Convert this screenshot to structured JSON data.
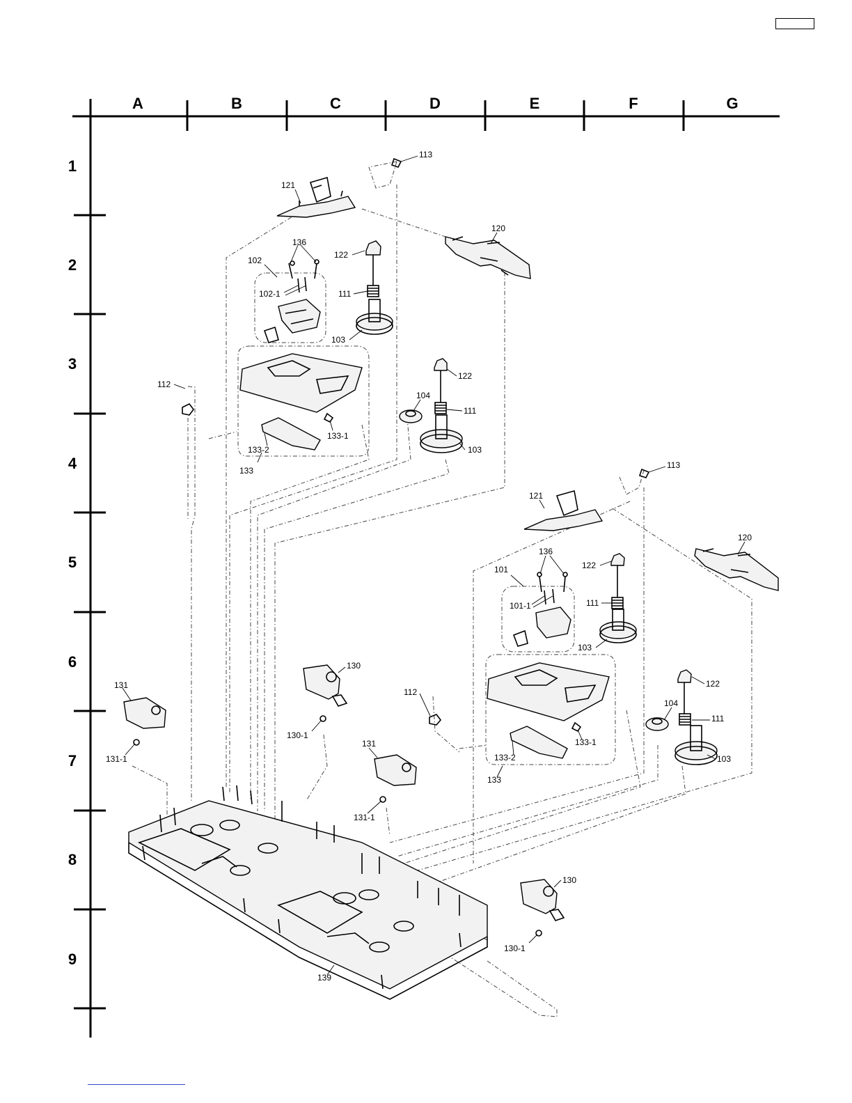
{
  "page_box": "",
  "grid": {
    "columns": [
      "A",
      "B",
      "C",
      "D",
      "E",
      "F",
      "G"
    ],
    "rows": [
      "1",
      "2",
      "3",
      "4",
      "5",
      "6",
      "7",
      "8",
      "9"
    ]
  },
  "callouts": {
    "c113a": "113",
    "c121a": "121",
    "c120a": "120",
    "c136a": "136",
    "c102": "102",
    "c122a": "122",
    "c1021": "102-1",
    "c111a": "111",
    "c103a": "103",
    "c112a": "112",
    "c122b": "122",
    "c104a": "104",
    "c111b": "111",
    "c1331a": "133-1",
    "c1332a": "133-2",
    "c103b": "103",
    "c133a": "133",
    "c113b": "113",
    "c121b": "121",
    "c120b": "120",
    "c136b": "136",
    "c101": "101",
    "c122c": "122",
    "c1011": "101-1",
    "c111c": "111",
    "c103c": "103",
    "c130a": "130",
    "c131a": "131",
    "c112b": "112",
    "c122d": "122",
    "c104b": "104",
    "c111d": "111",
    "c1301a": "130-1",
    "c1331b": "133-1",
    "c131b": "131",
    "c1311a": "131-1",
    "c1332b": "133-2",
    "c103d": "103",
    "c133b": "133",
    "c1311b": "131-1",
    "c130b": "130",
    "c1301b": "130-1",
    "c139": "139"
  }
}
